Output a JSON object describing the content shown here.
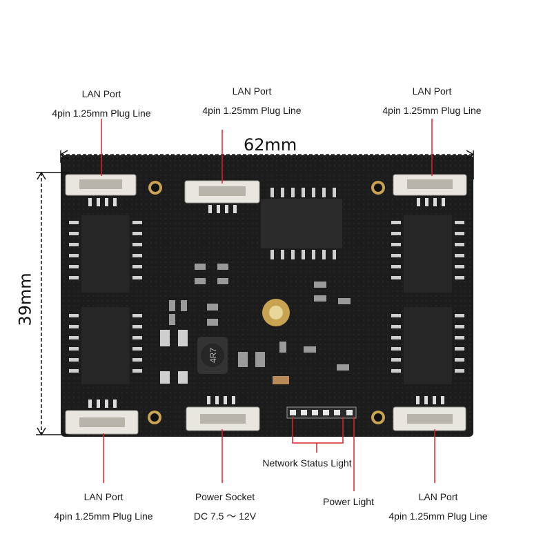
{
  "dimensions": {
    "width": "62mm",
    "height": "39mm"
  },
  "lan_port": {
    "title": "LAN Port",
    "subtitle": "4pin 1.25mm Plug Line"
  },
  "power_socket": {
    "title": "Power Socket",
    "subtitle": "DC 7.5 ～ 12V"
  },
  "network_status_light": "Network Status Light",
  "power_light": "Power Light",
  "chip_text": "4R7",
  "colors": {
    "board": "#1c1c1c",
    "callout": "#d9252a",
    "dimension": "#111111",
    "connector": "#e9e6df"
  }
}
